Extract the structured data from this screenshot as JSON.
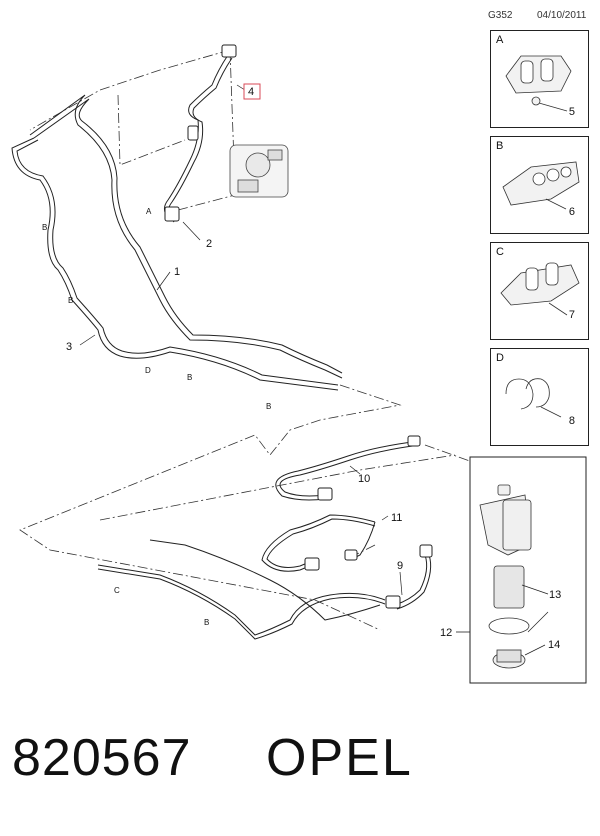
{
  "header": {
    "code": "G352",
    "date": "04/10/2011"
  },
  "callouts": {
    "c1": "1",
    "c2": "2",
    "c3": "3",
    "c4": "4",
    "c9": "9",
    "c10": "10",
    "c11": "11",
    "c12": "12",
    "c13": "13",
    "c14": "14"
  },
  "letters": {
    "A": "A",
    "B": "B",
    "C": "C",
    "D": "D"
  },
  "insets": [
    {
      "letter": "A",
      "number": "5"
    },
    {
      "letter": "B",
      "number": "6"
    },
    {
      "letter": "C",
      "number": "7"
    },
    {
      "letter": "D",
      "number": "8"
    }
  ],
  "footer": {
    "part_number": "820567",
    "brand": "OPEL"
  },
  "colors": {
    "highlight": "#d94a57",
    "line": "#222222"
  }
}
